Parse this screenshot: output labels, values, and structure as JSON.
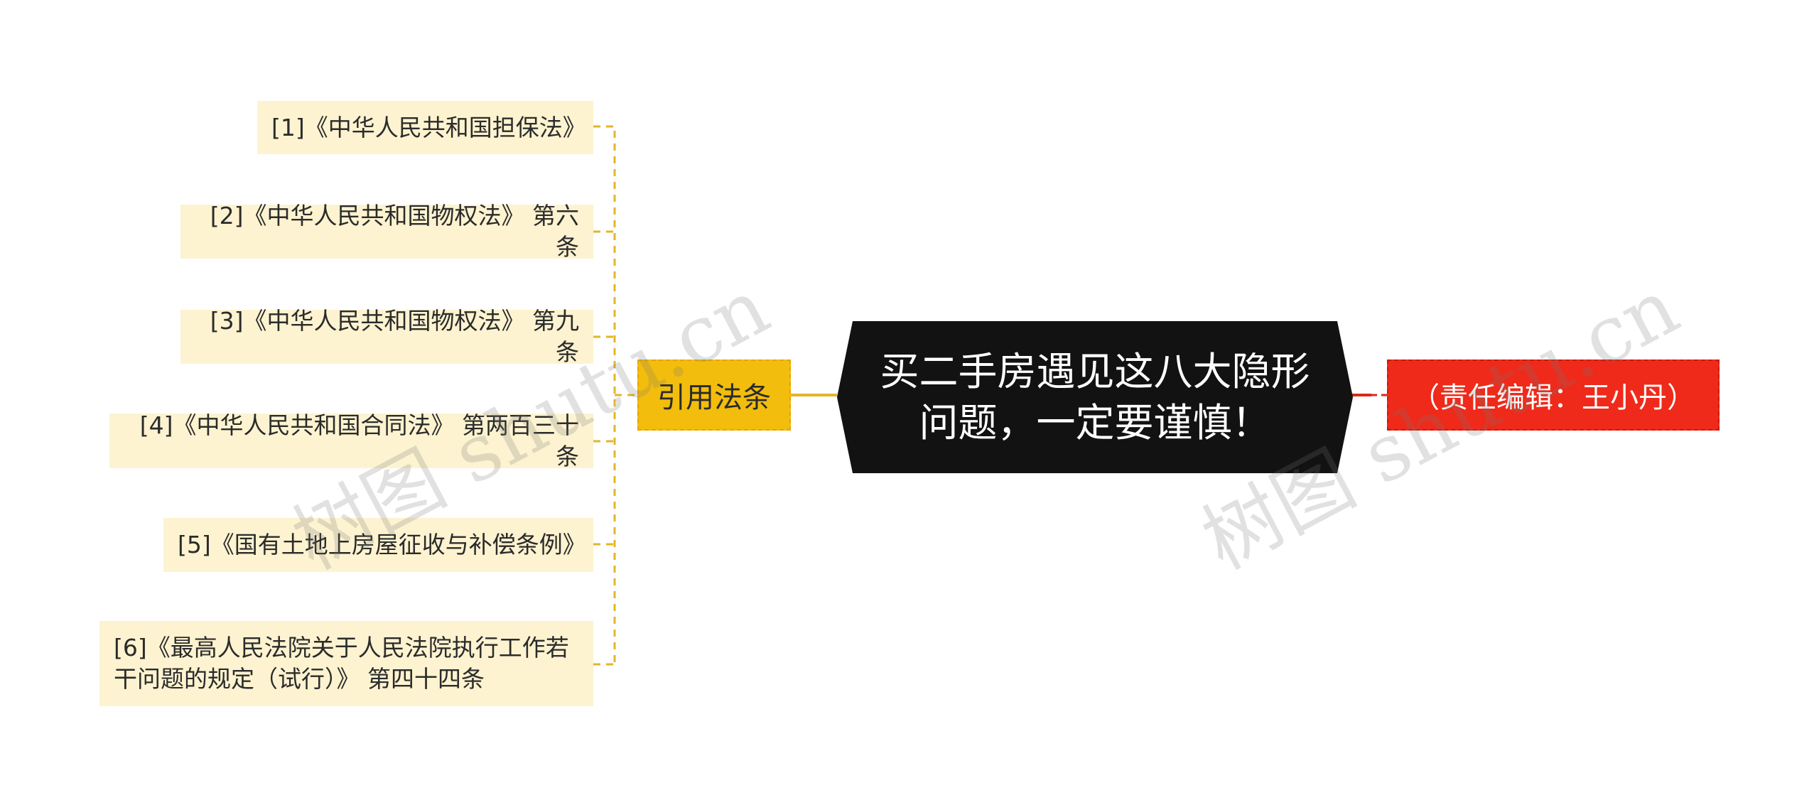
{
  "root": {
    "line1": "买二手房遇见这八大隐形",
    "line2": "问题，一定要谨慎！"
  },
  "branch": {
    "label": "引用法条"
  },
  "leaves": [
    {
      "text": "[1]《中华人民共和国担保法》"
    },
    {
      "text": "[2]《中华人民共和国物权法》 第六条"
    },
    {
      "text": "[3]《中华人民共和国物权法》 第九条"
    },
    {
      "text": "[4]《中华人民共和国合同法》 第两百三十条"
    },
    {
      "text": "[5]《国有土地上房屋征收与补偿条例》"
    },
    {
      "line1": "[6]《最高人民法院关于人民法院执行工作若",
      "line2": "干问题的规定（试行）》 第四十四条"
    }
  ],
  "editor": {
    "label": "（责任编辑：王小丹）"
  },
  "watermarks": [
    "树图 shutu.cn",
    "树图 shutu.cn"
  ],
  "colors": {
    "root_bg": "#121212",
    "branch_bg": "#f2bd0c",
    "leaf_bg": "#fdf3d0",
    "editor_bg": "#ef2a1a",
    "connector_yellow": "#e3b52a",
    "connector_red": "#d8281a"
  }
}
